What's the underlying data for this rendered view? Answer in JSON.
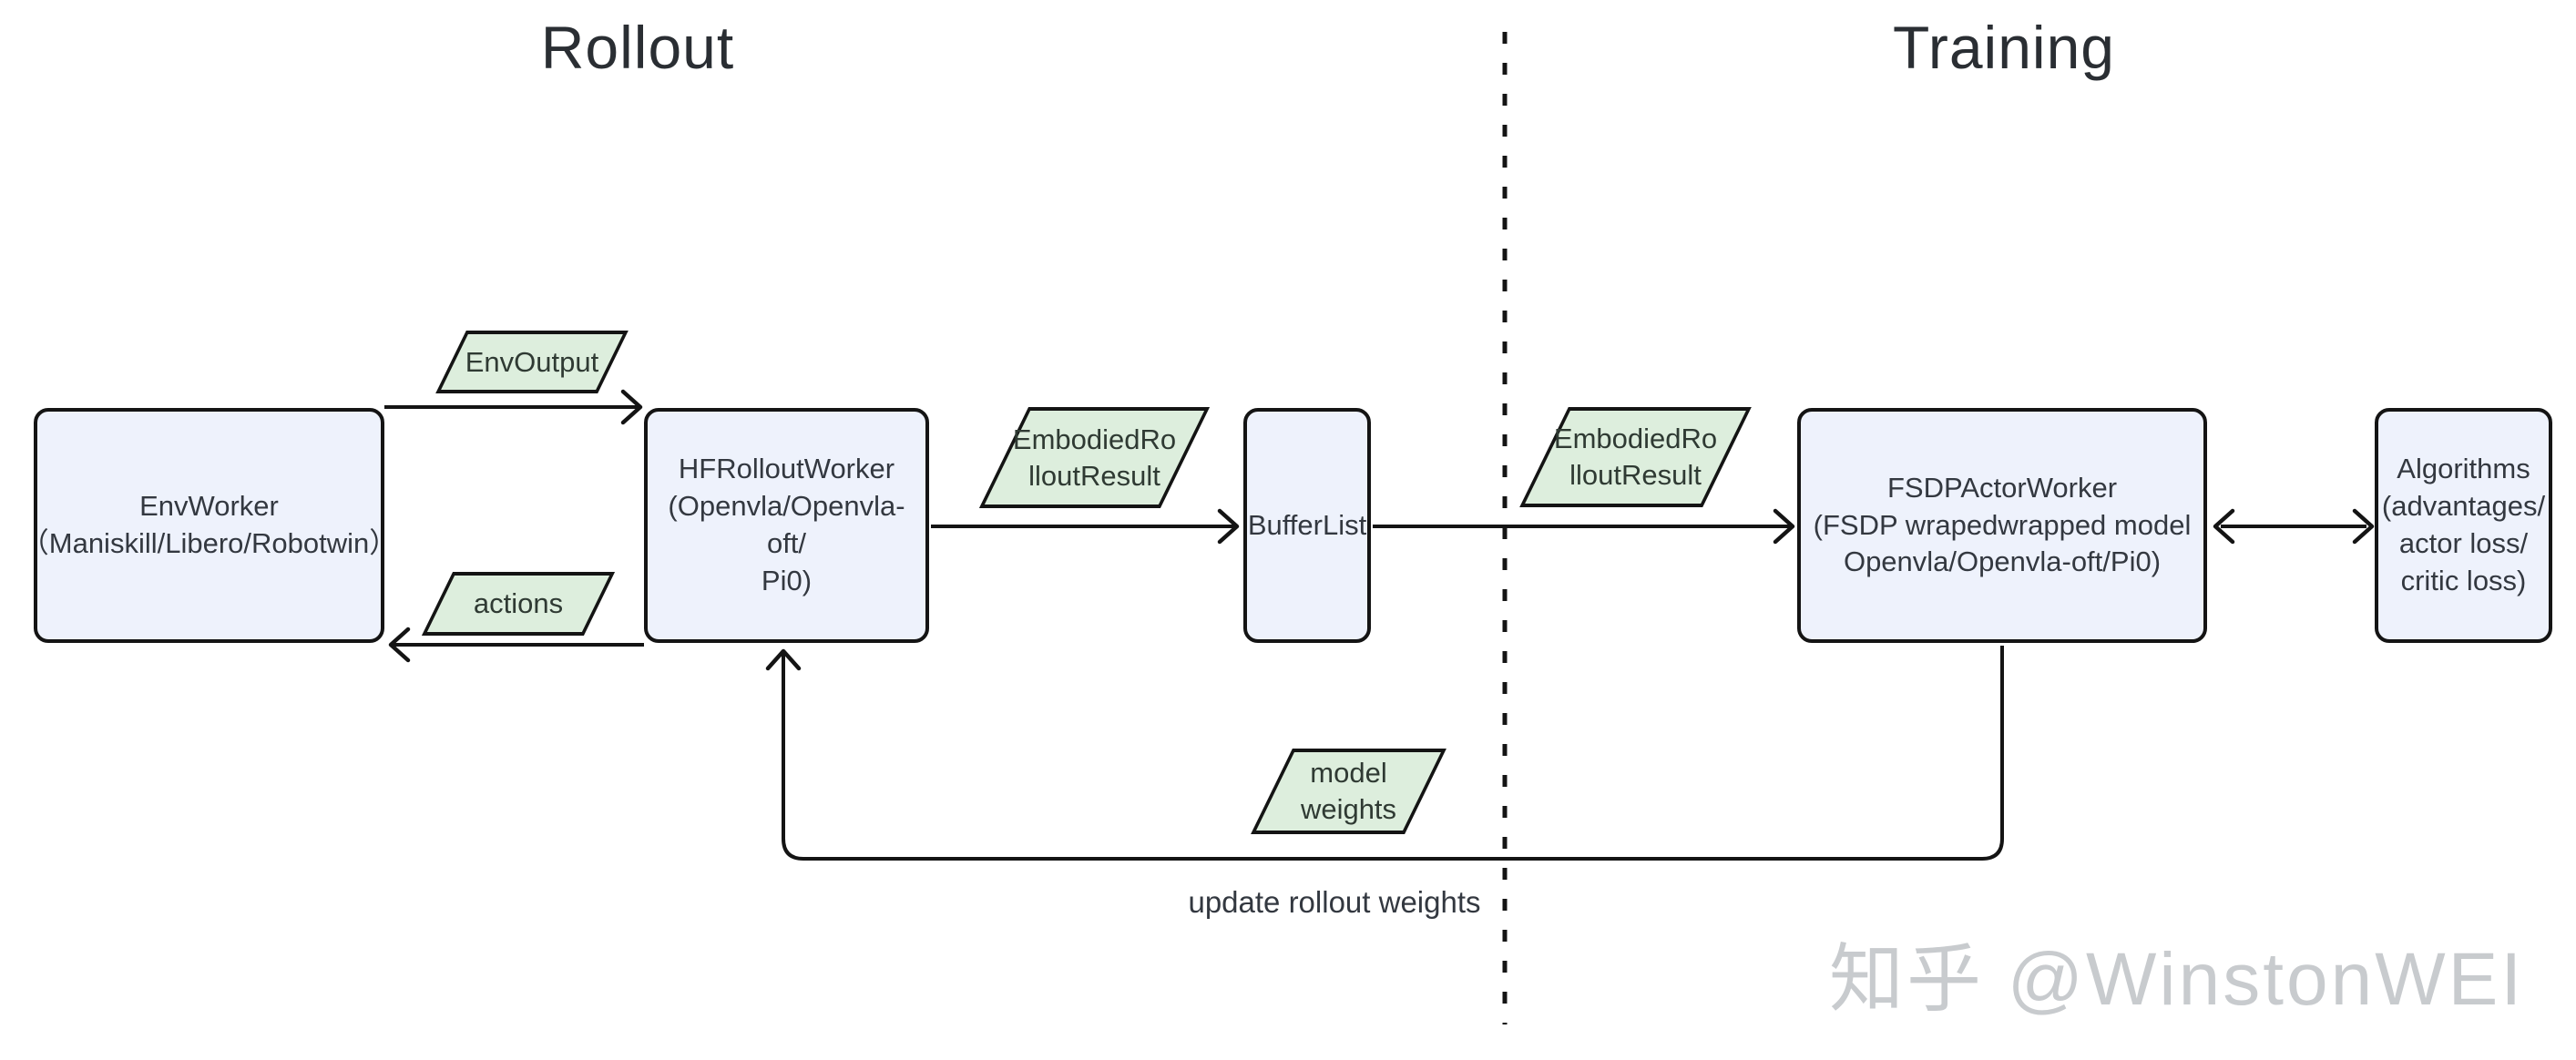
{
  "titles": {
    "rollout": "Rollout",
    "training": "Training"
  },
  "nodes": {
    "env_worker": {
      "line1": "EnvWorker",
      "line2": "（Maniskill/Libero/Robotwin）"
    },
    "hf_rollout_worker": {
      "line1": "HFRolloutWorker",
      "line2": "(Openvla/Openvla-oft/",
      "line3": "Pi0)"
    },
    "buffer_list": {
      "line1": "BufferList"
    },
    "fsdp_actor_worker": {
      "line1": "FSDPActorWorker",
      "line2": "(FSDP wrapedwrapped model",
      "line3": "Openvla/Openvla-oft/Pi0)"
    },
    "algorithms": {
      "line1": "Algorithms",
      "line2": "(advantages/",
      "line3": "actor loss/",
      "line4": "critic loss)"
    }
  },
  "data_shapes": {
    "env_output": {
      "line1": "EnvOutput"
    },
    "actions": {
      "line1": "actions"
    },
    "embodied_rollout_result_1": {
      "line1": "EmbodiedRo",
      "line2": "lloutResult"
    },
    "embodied_rollout_result_2": {
      "line1": "EmbodiedRo",
      "line2": "lloutResult"
    },
    "model_weights": {
      "line1": "model",
      "line2": "weights"
    }
  },
  "edge_labels": {
    "update_rollout_weights": "update rollout weights"
  },
  "watermark": "知乎 @WinstonWEI",
  "colors": {
    "node_fill": "#eef2fc",
    "data_shape_fill": "#ddeedd",
    "stroke": "#141414",
    "text": "#333840",
    "watermark": "#c8cbce",
    "background": "#ffffff"
  }
}
